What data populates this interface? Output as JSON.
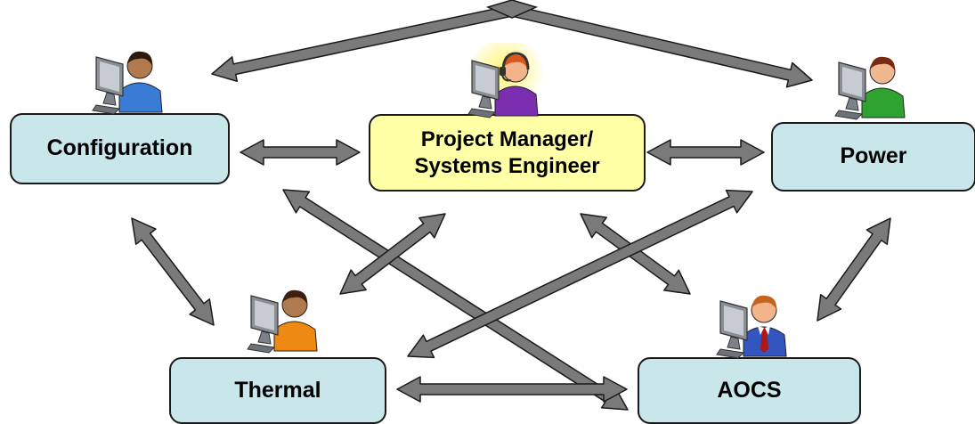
{
  "diagram": {
    "nodes": {
      "configuration": {
        "label": "Configuration",
        "fill": "#c9e6ea"
      },
      "project_manager": {
        "label": "Project Manager/\nSystems Engineer",
        "fill": "#ffffa6"
      },
      "power": {
        "label": "Power",
        "fill": "#c9e6ea"
      },
      "thermal": {
        "label": "Thermal",
        "fill": "#c9e6ea"
      },
      "aocs": {
        "label": "AOCS",
        "fill": "#c9e6ea"
      }
    },
    "people": [
      {
        "node": "configuration",
        "icon": "user-at-computer-icon",
        "shirt": "#3a7bd5",
        "hair": "#2a1a0e",
        "skin": "#b07a4e"
      },
      {
        "node": "project_manager",
        "icon": "user-with-headset-icon",
        "shirt": "#7b2fb0",
        "hair": "#d9571e",
        "skin": "#f2b48a",
        "highlight": "#fff36a"
      },
      {
        "node": "power",
        "icon": "user-at-computer-icon",
        "shirt": "#2fa32f",
        "hair": "#7a2a12",
        "skin": "#f0b890"
      },
      {
        "node": "thermal",
        "icon": "user-at-computer-icon",
        "shirt": "#ee8a12",
        "hair": "#3a2010",
        "skin": "#b07a4e"
      },
      {
        "node": "aocs",
        "icon": "user-with-tie-icon",
        "shirt": "#3355c0",
        "hair": "#c6631e",
        "skin": "#f2b48a"
      }
    ],
    "connections": [
      [
        "configuration",
        "power"
      ],
      [
        "configuration",
        "project_manager"
      ],
      [
        "project_manager",
        "power"
      ],
      [
        "configuration",
        "thermal"
      ],
      [
        "configuration",
        "aocs"
      ],
      [
        "project_manager",
        "thermal"
      ],
      [
        "project_manager",
        "aocs"
      ],
      [
        "power",
        "thermal"
      ],
      [
        "power",
        "aocs"
      ],
      [
        "thermal",
        "aocs"
      ]
    ],
    "colors": {
      "arrow_fill": "#7a7a7a",
      "arrow_stroke": "#1a1a1a",
      "box_border": "#1a1a1a"
    }
  }
}
